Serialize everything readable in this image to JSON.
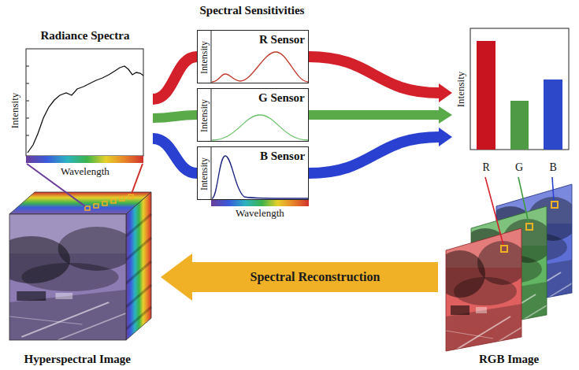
{
  "diagram": {
    "nodes": [
      {
        "text": [
          "Radiance Spectra",
          "Intensity",
          "Wavelength"
        ]
      },
      {
        "text": [
          "R Sensor",
          "Intensity"
        ]
      },
      {
        "text": [
          "G Sensor",
          "Intensity"
        ]
      },
      {
        "text": [
          "B Sensor",
          "Intensity"
        ]
      },
      {
        "text": [
          "Intensity"
        ]
      },
      {
        "text": [
          "Hyperspectral Image"
        ]
      },
      {
        "text": [
          "RGB Image"
        ]
      }
    ],
    "edges": [
      {
        "from": 0,
        "to": 1,
        "arrow": "none"
      },
      {
        "from": 0,
        "to": 2,
        "arrow": "none"
      },
      {
        "from": 0,
        "to": 3,
        "arrow": "none"
      },
      {
        "from": 1,
        "to": 4,
        "arrow": "to"
      },
      {
        "from": 2,
        "to": 4,
        "arrow": "to"
      },
      {
        "from": 3,
        "to": 4,
        "arrow": "to"
      },
      {
        "from": 6,
        "to": 5,
        "arrow": "to",
        "label": "Spectral Reconstruction"
      }
    ],
    "labels": [
      "Spectral Sensitivities",
      "Wavelength",
      "R",
      "G",
      "B"
    ]
  }
}
